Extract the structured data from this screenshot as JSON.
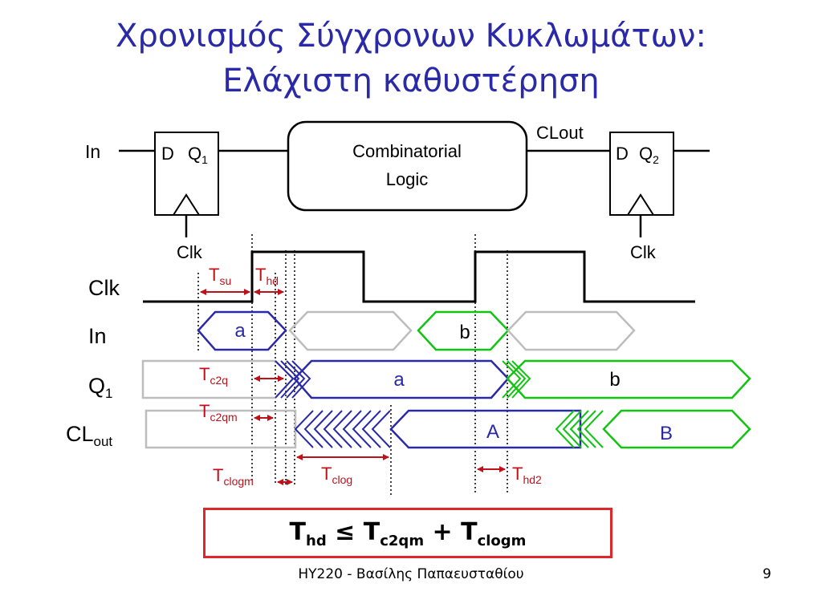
{
  "title": {
    "line1": "Χρονισμός Σύγχρονων Κυκλωμάτων:",
    "line2": "Ελάχιστη καθυστέρηση"
  },
  "circuit": {
    "input_label": "In",
    "ff1": {
      "d_label": "D",
      "q_label": "Q",
      "q_sub": "1",
      "clk_label": "Clk"
    },
    "logic_label_line1": "Combinatorial",
    "logic_label_line2": "Logic",
    "clout_label": "CLout",
    "ff2": {
      "d_label": "D",
      "q_label": "Q",
      "q_sub": "2",
      "clk_label": "Clk"
    }
  },
  "signals": {
    "clk": "Clk",
    "in": "In",
    "q1_main": "Q",
    "q1_sub": "1",
    "clout_main": "CL",
    "clout_sub": "out"
  },
  "data_values": {
    "in_a": "a",
    "in_b": "b",
    "q1_a": "a",
    "q1_b": "b",
    "cl_a": "A",
    "cl_b": "B"
  },
  "timing_labels": [
    {
      "id": "tsu",
      "main": "T",
      "sub": "su"
    },
    {
      "id": "thd",
      "main": "T",
      "sub": "hd"
    },
    {
      "id": "tc2q",
      "main": "T",
      "sub": "c2q"
    },
    {
      "id": "tc2qm",
      "main": "T",
      "sub": "c2qm"
    },
    {
      "id": "tclogm",
      "main": "T",
      "sub": "clogm"
    },
    {
      "id": "tclog",
      "main": "T",
      "sub": "clog"
    },
    {
      "id": "thd2",
      "main": "T",
      "sub": "hd2"
    }
  ],
  "equation": {
    "t1": "T",
    "s1": "hd",
    "op1": "≤",
    "t2": "T",
    "s2": "c2qm",
    "op2": "+",
    "t3": "T",
    "s3": "clogm"
  },
  "footer": {
    "text": "ΗΥ220 - Βασίλης Παπαευσταθίου",
    "page": "9"
  },
  "colors": {
    "title": "#2a2aa8",
    "bus_a": "#2a2aa8",
    "bus_b": "#11c411",
    "bus_idle": "#bdbdbd",
    "timing_annotation": "#c0111a",
    "equation_border": "#e0252b"
  }
}
